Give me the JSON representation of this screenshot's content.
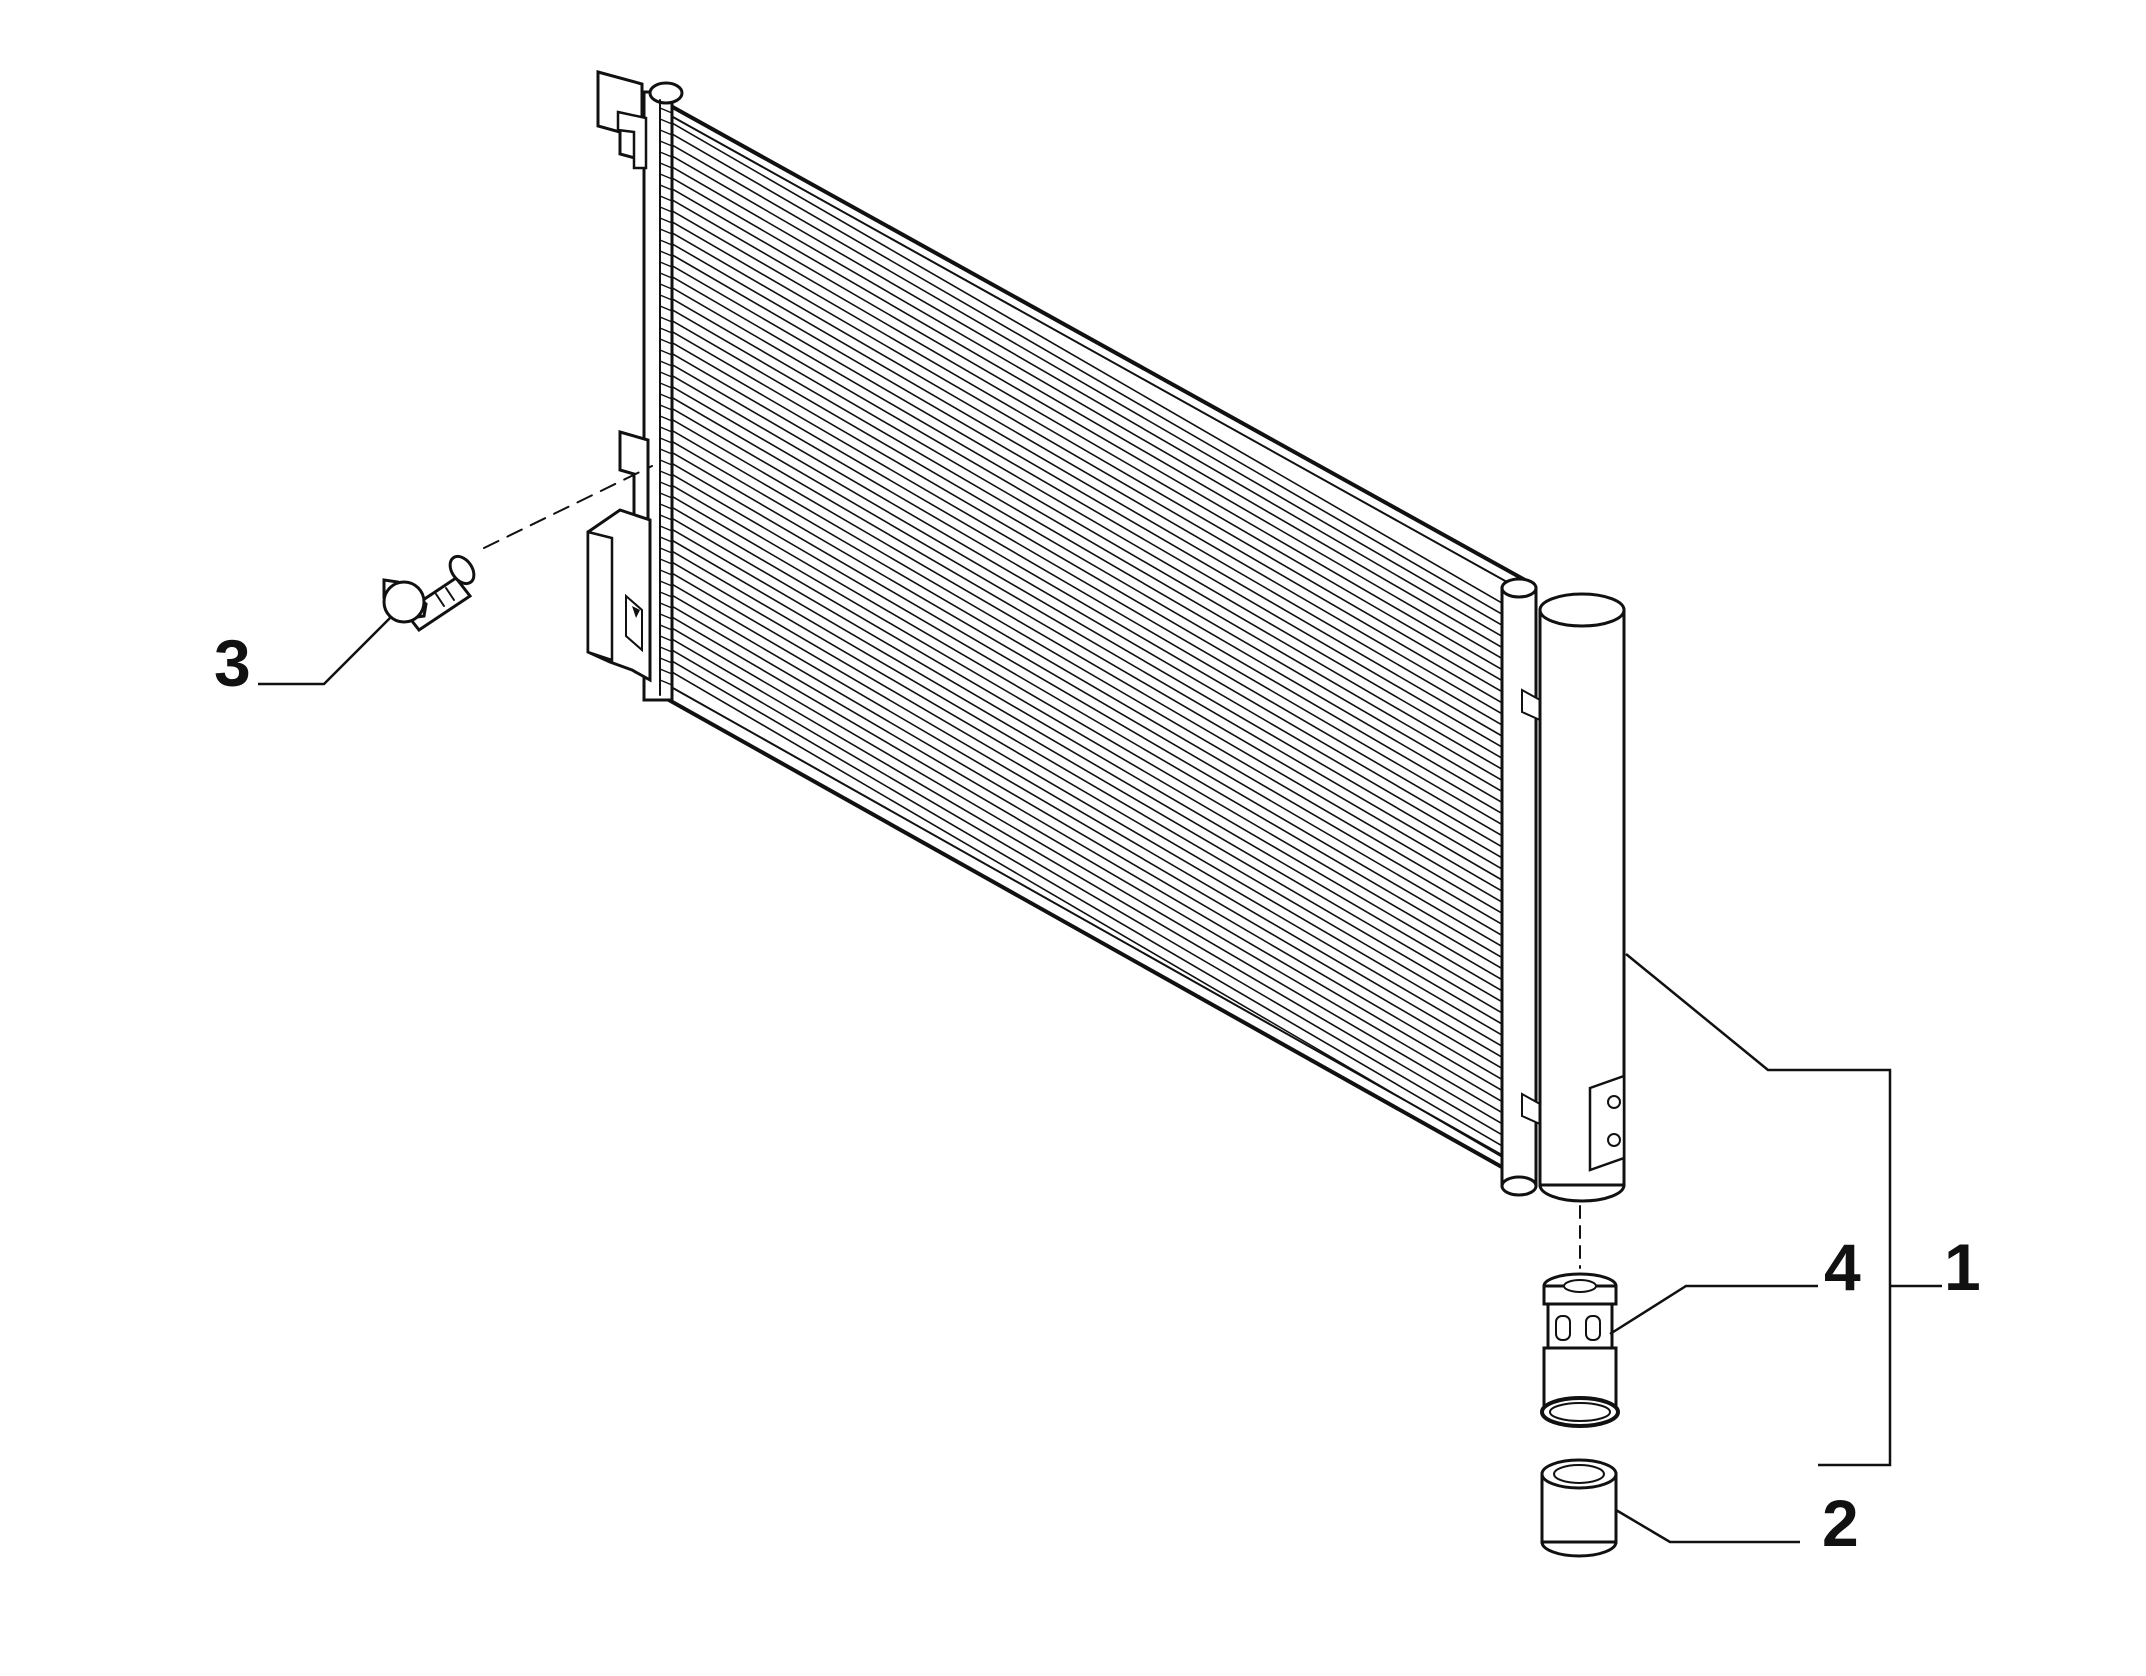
{
  "diagram": {
    "callouts": [
      {
        "id": "c1",
        "label": "1"
      },
      {
        "id": "c2",
        "label": "2"
      },
      {
        "id": "c3",
        "label": "3"
      },
      {
        "id": "c4",
        "label": "4"
      }
    ],
    "colors": {
      "line": "#111111",
      "background": "#ffffff"
    }
  }
}
